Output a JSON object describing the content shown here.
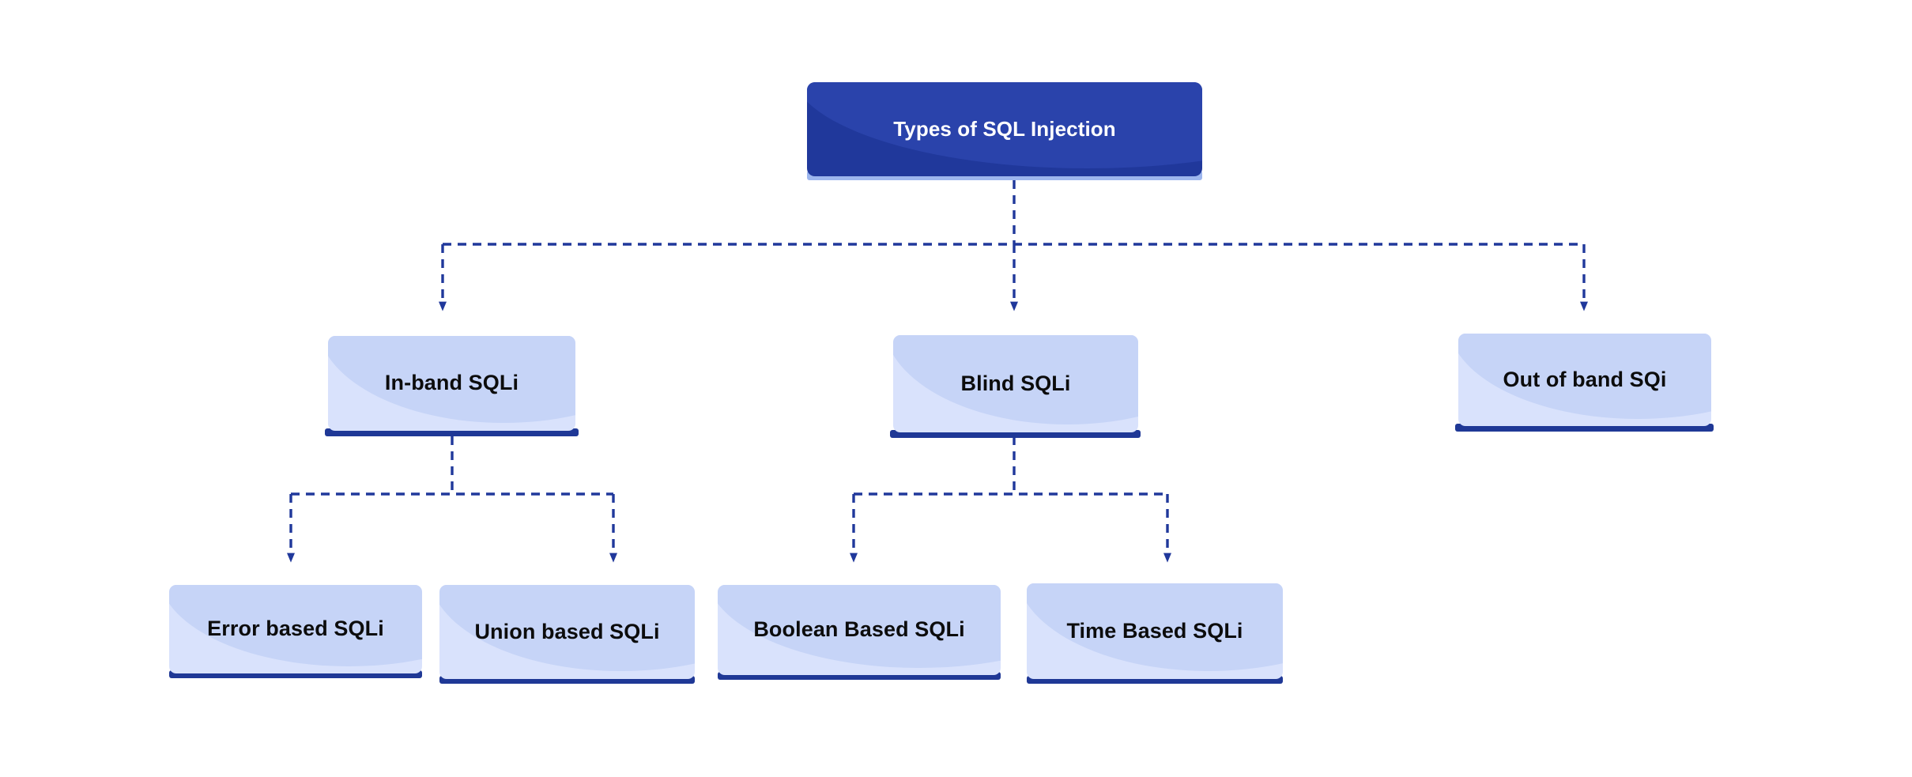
{
  "diagram": {
    "type": "tree",
    "title_node": "Types of SQL Injection",
    "background_color": "#ffffff",
    "colors": {
      "root_fill": "#20389b",
      "root_text": "#ffffff",
      "root_underbar": "#9db6ee",
      "node_fill": "#d9e2fc",
      "node_sheen": "#c6d4f7",
      "node_text": "#0c0c0c",
      "node_underbar": "#1f3896",
      "connector": "#20389b"
    },
    "connector_style": "dashed-orthogonal-with-arrowheads",
    "nodes": [
      {
        "id": "root",
        "label": "Types of SQL Injection",
        "level": 0
      },
      {
        "id": "inband",
        "label": "In-band SQLi",
        "level": 1
      },
      {
        "id": "blind",
        "label": "Blind SQLi",
        "level": 1
      },
      {
        "id": "outband",
        "label": "Out of band SQi",
        "level": 1
      },
      {
        "id": "error",
        "label": "Error based SQLi",
        "level": 2
      },
      {
        "id": "union",
        "label": "Union based SQLi",
        "level": 2
      },
      {
        "id": "boolean",
        "label": "Boolean Based SQLi",
        "level": 2
      },
      {
        "id": "time",
        "label": "Time Based SQLi",
        "level": 2
      }
    ],
    "edges": [
      {
        "from": "root",
        "to": "inband"
      },
      {
        "from": "root",
        "to": "blind"
      },
      {
        "from": "root",
        "to": "outband"
      },
      {
        "from": "inband",
        "to": "error"
      },
      {
        "from": "inband",
        "to": "union"
      },
      {
        "from": "blind",
        "to": "boolean"
      },
      {
        "from": "blind",
        "to": "time"
      }
    ]
  }
}
